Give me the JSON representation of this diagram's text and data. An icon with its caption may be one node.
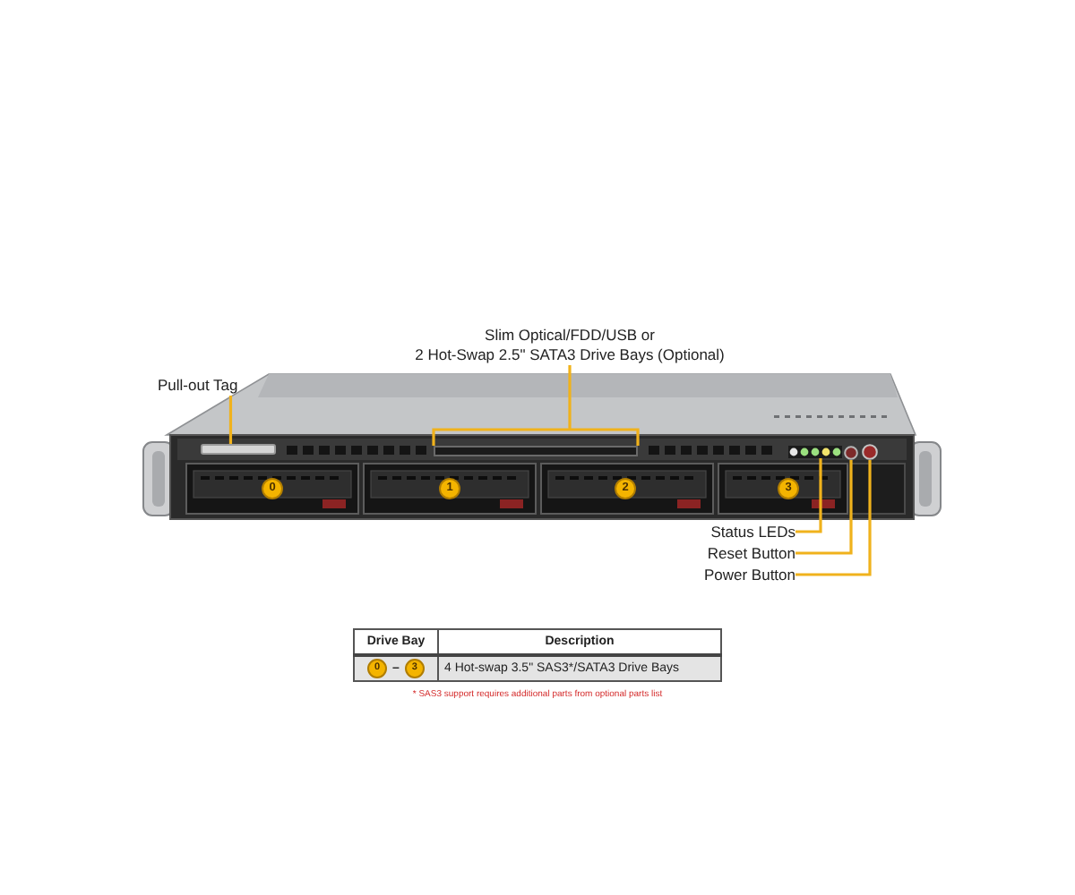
{
  "diagram": {
    "nodes": [
      {
        "text": [
          "Slim Optical/FDD/USB or 2 Hot-Swap 2.5\" SATA3 Drive Bays (Optional)"
        ]
      },
      {
        "text": [
          "Pull-out Tag"
        ]
      },
      {
        "text": [],
        "shape": "box"
      },
      {
        "text": [],
        "shape": "bar"
      },
      {
        "text": [],
        "shape": "dots"
      },
      {
        "text": [],
        "shape": "circle"
      },
      {
        "text": [],
        "shape": "circle"
      },
      {
        "text": [
          "Status LEDs"
        ]
      },
      {
        "text": [
          "Reset Button"
        ]
      },
      {
        "text": [
          "Power Button"
        ]
      }
    ],
    "edges": [
      {
        "from": 0,
        "to": 2,
        "arrow": "none"
      },
      {
        "from": 1,
        "to": 3,
        "arrow": "none"
      },
      {
        "from": 7,
        "to": 4,
        "arrow": "none"
      },
      {
        "from": 8,
        "to": 5,
        "arrow": "none"
      },
      {
        "from": 9,
        "to": 6,
        "arrow": "none"
      }
    ],
    "labels": [
      "0",
      "1",
      "2",
      "3",
      "Drive Bay",
      "Description",
      "0",
      "–",
      "3",
      "4 Hot-swap 3.5\" SAS3*/SATA3 Drive Bays",
      "* SAS3 support requires additional parts from optional parts list"
    ]
  }
}
